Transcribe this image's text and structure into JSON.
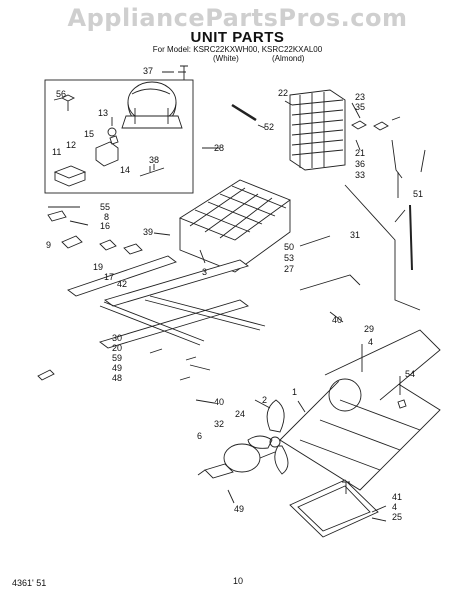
{
  "watermark": "AppliancePartsPros.com",
  "title": "UNIT PARTS",
  "model_line": "For Model: KSRC22KXWH00, KSRC22KXAL00",
  "color_white": "(White)",
  "color_almond": "(Almond)",
  "footer_code": "4361' 51",
  "page_number": "10",
  "part_labels": [
    "37",
    "56",
    "13",
    "15",
    "12",
    "11",
    "14",
    "38",
    "28",
    "22",
    "52",
    "23",
    "35",
    "21",
    "36",
    "33",
    "51",
    "55",
    "8",
    "16",
    "9",
    "19",
    "17",
    "42",
    "39",
    "3",
    "50",
    "53",
    "27",
    "31",
    "40",
    "29",
    "30",
    "20",
    "59",
    "49",
    "48",
    "4",
    "54",
    "40",
    "2",
    "24",
    "1",
    "32",
    "6",
    "49",
    "41",
    "4",
    "25",
    "4"
  ]
}
